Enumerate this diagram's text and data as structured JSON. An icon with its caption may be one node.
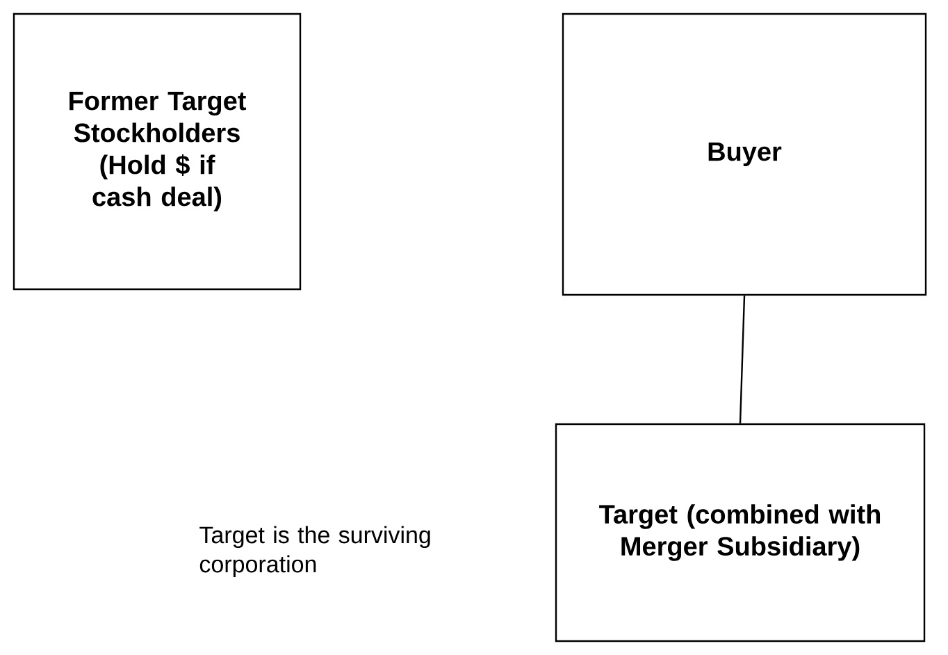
{
  "diagram": {
    "nodes": [
      {
        "text": [
          "Former Target Stockholders (Hold $ if cash deal)"
        ]
      },
      {
        "text": [
          "Buyer"
        ]
      },
      {
        "text": [
          "Target (combined with Merger Subsidiary)"
        ]
      }
    ],
    "edges": [
      {
        "from": 1,
        "to": 2,
        "arrow": "none"
      }
    ],
    "labels": [
      "Target is the surviving corporation"
    ]
  }
}
